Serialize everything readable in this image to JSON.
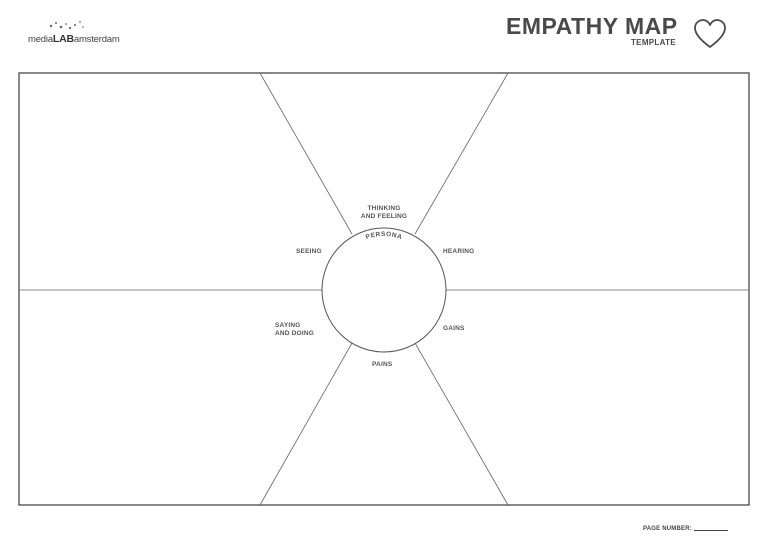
{
  "brand": {
    "logo_prefix": "media",
    "logo_bold": "LAB",
    "logo_suffix": "amsterdam"
  },
  "header": {
    "title": "EMPATHY MAP",
    "subtitle": "TEMPLATE",
    "icon": "heart-outline-icon"
  },
  "map": {
    "persona": "PERSONA",
    "thinking_line1": "THINKING",
    "thinking_line2": "AND FEELING",
    "seeing": "SEEING",
    "hearing": "HEARING",
    "saying_line1": "SAYING",
    "saying_line2": "AND DOING",
    "gains": "GAINS",
    "pains": "PAINS"
  },
  "footer": {
    "page_number_label": "PAGE NUMBER:"
  },
  "colors": {
    "line": "#555555",
    "text": "#4a4a4a"
  }
}
